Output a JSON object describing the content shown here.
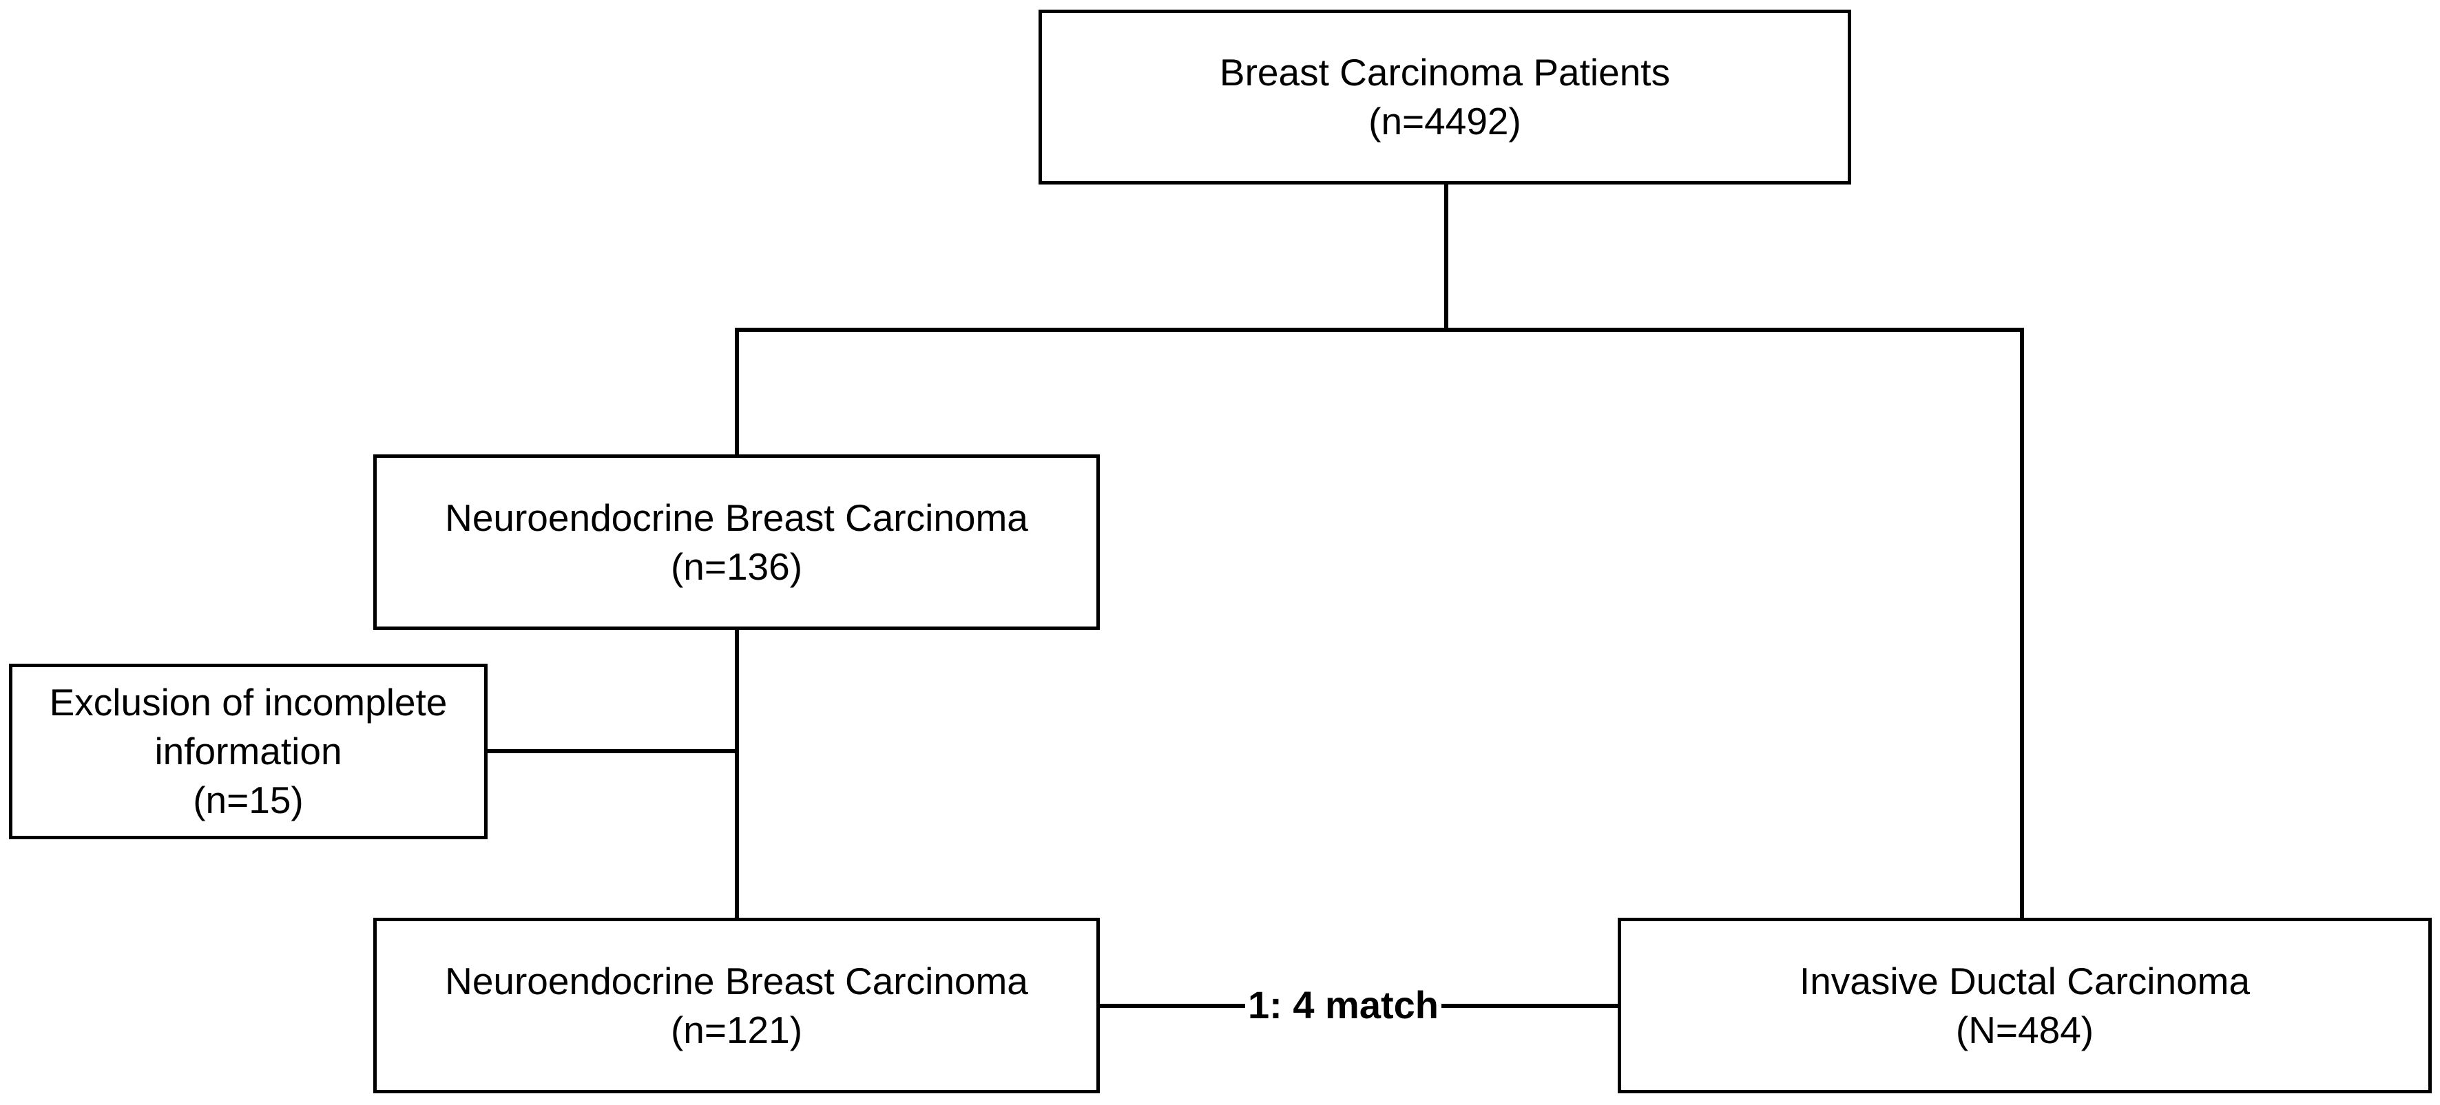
{
  "boxes": {
    "total": {
      "title": "Breast Carcinoma Patients",
      "count": "(n=4492)"
    },
    "nebc_initial": {
      "title": "Neuroendocrine Breast Carcinoma",
      "count": "(n=136)"
    },
    "exclusion": {
      "line1": "Exclusion of incomplete",
      "line2": "information",
      "count": "(n=15)"
    },
    "nebc_final": {
      "title": "Neuroendocrine Breast Carcinoma",
      "count": "(n=121)"
    },
    "idc": {
      "title": "Invasive Ductal Carcinoma",
      "count": "(N=484)"
    }
  },
  "match_label": "1: 4 match",
  "colors": {
    "line": "#000000",
    "border": "#000000",
    "background": "#ffffff",
    "text": "#000000"
  }
}
